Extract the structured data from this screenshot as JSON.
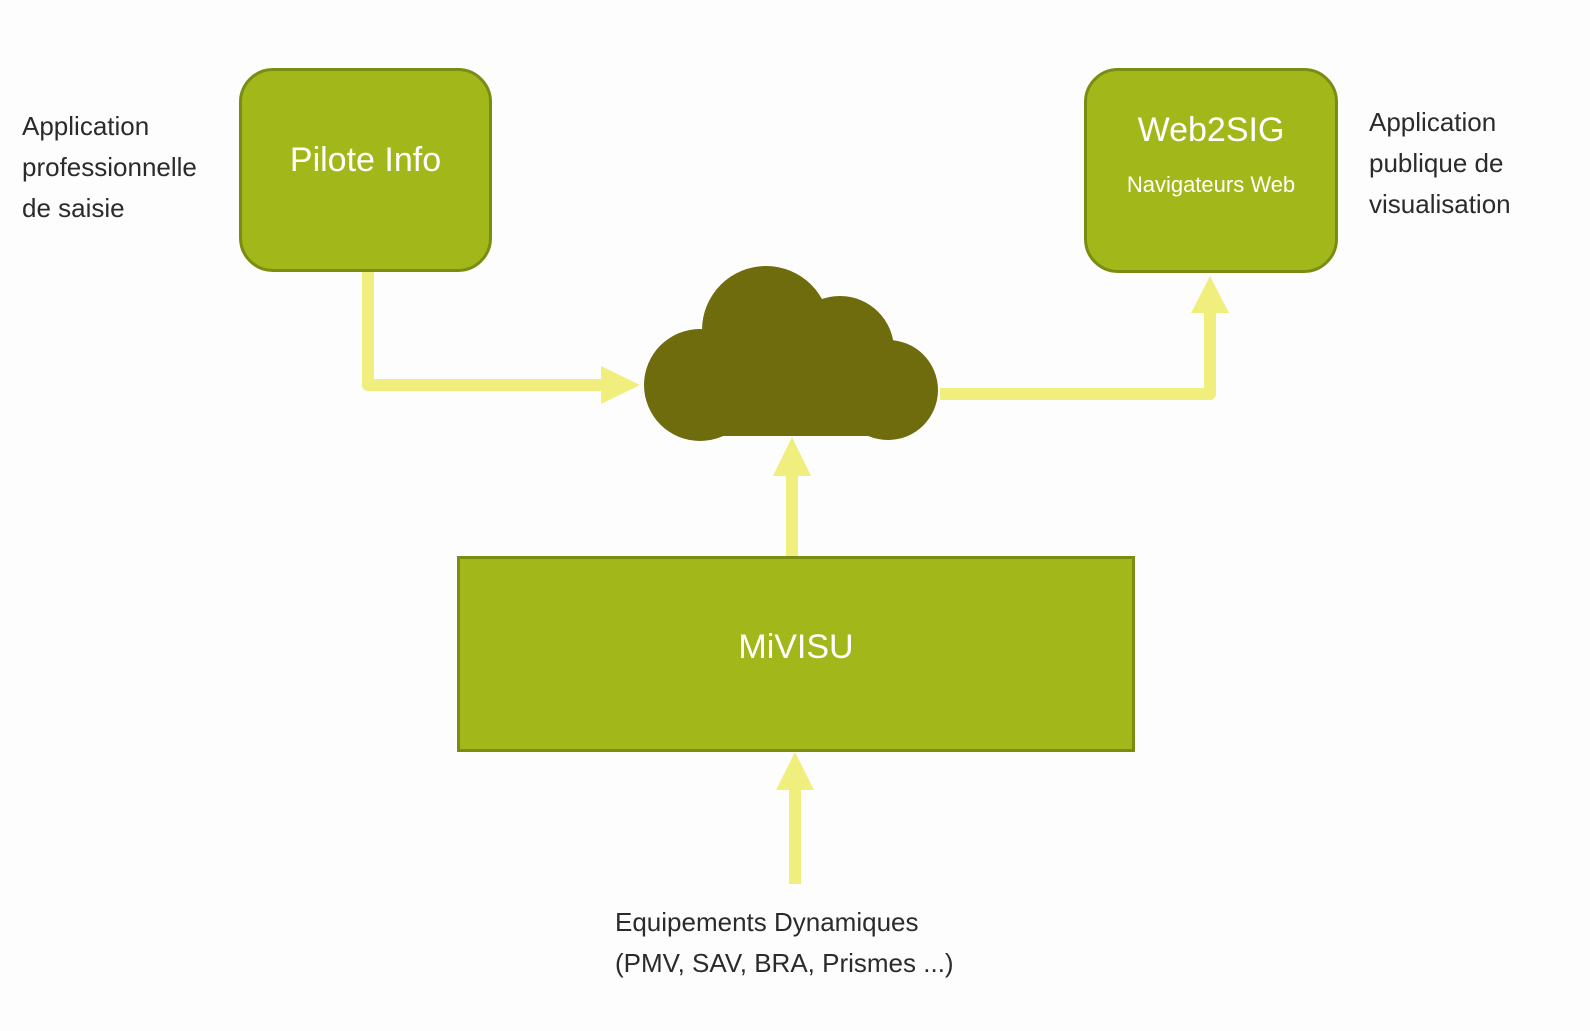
{
  "colors": {
    "box_fill": "#a2b81a",
    "box_border": "#7a8d12",
    "cloud": "#6e6c0c",
    "arrow": "#f0ee7c",
    "label_text": "#2b2b2b",
    "box_text": "#ffffff"
  },
  "nodes": {
    "pilote": {
      "title": "Pilote Info"
    },
    "web2sig": {
      "title": "Web2SIG",
      "subtitle": "Navigateurs Web"
    },
    "mivisu": {
      "title": "MiVISU"
    },
    "cloud": {
      "icon": "cloud-icon"
    }
  },
  "labels": {
    "left": "Application\nprofessionnelle\nde saisie",
    "right": "Application\npublique de\nvisualisation",
    "bottom": "Equipements Dynamiques\n(PMV, SAV, BRA, Prismes ...)"
  }
}
